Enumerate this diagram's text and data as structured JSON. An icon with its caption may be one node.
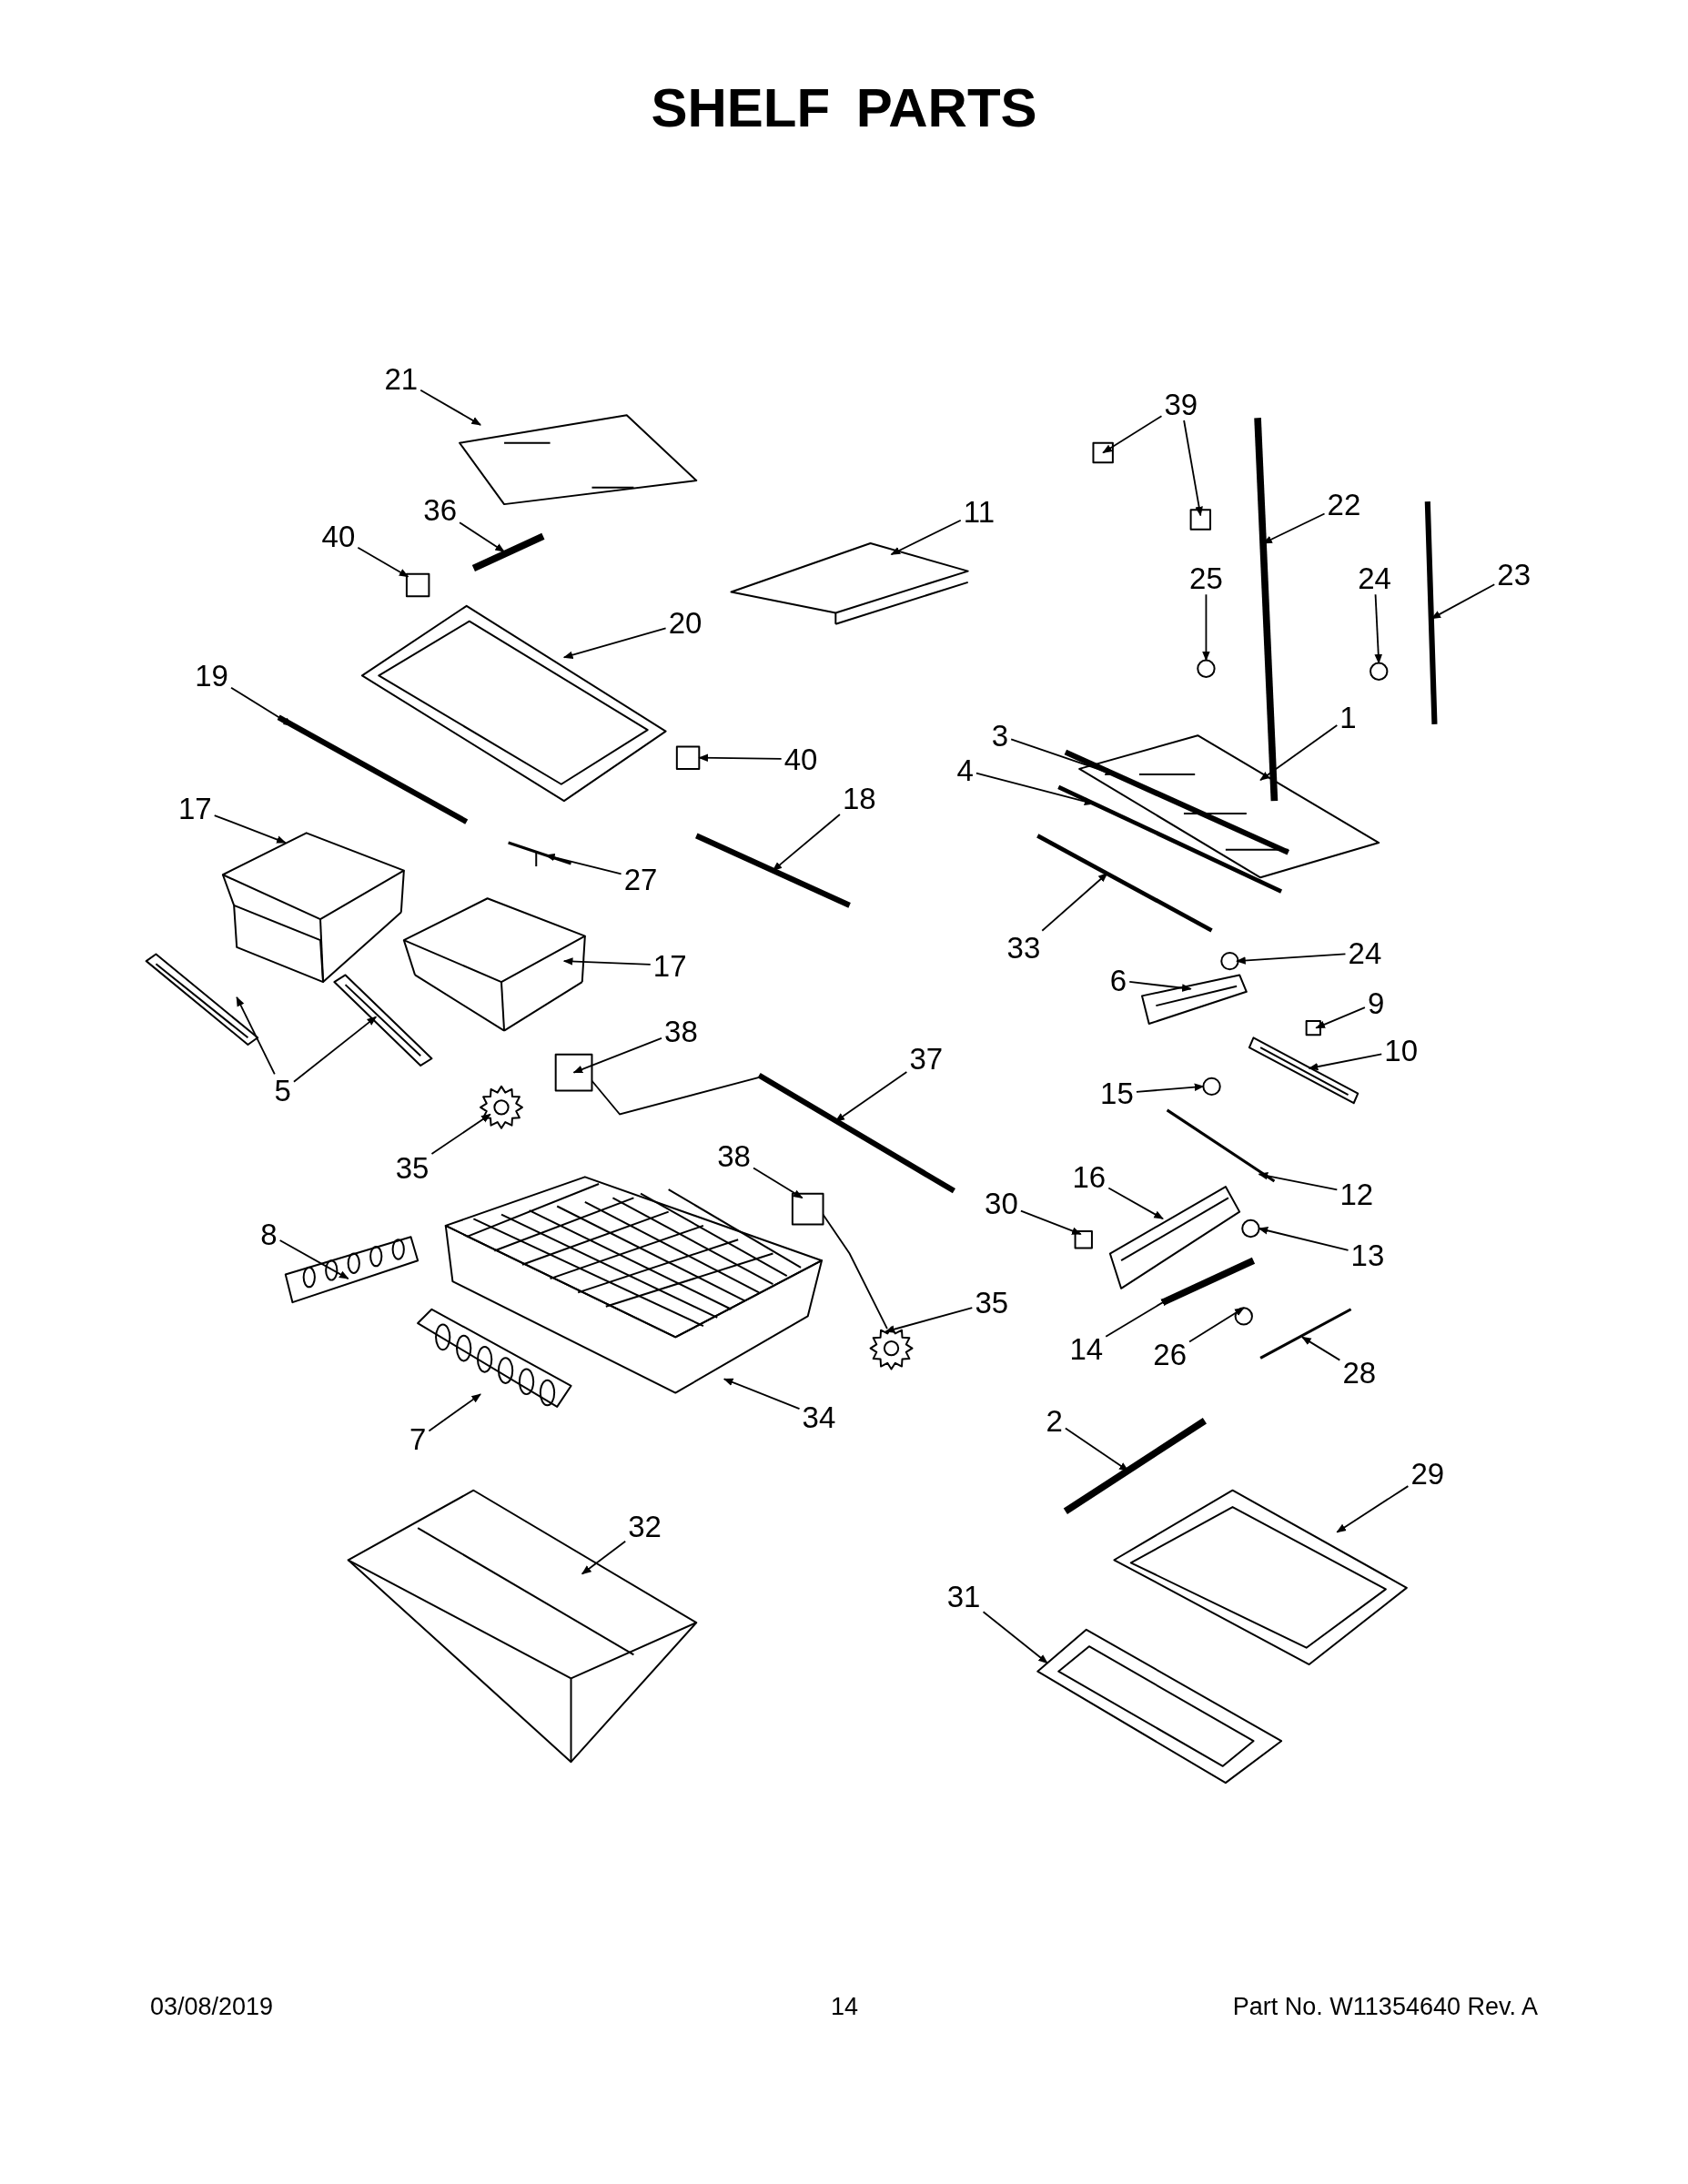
{
  "diagram": {
    "title": "SHELF PARTS",
    "nodes": [
      {
        "text": [
          "21"
        ]
      },
      {
        "text": [
          "39"
        ]
      },
      {
        "text": [
          "36"
        ]
      },
      {
        "text": [
          "11"
        ]
      },
      {
        "text": [
          "22"
        ]
      },
      {
        "text": [
          "40"
        ]
      },
      {
        "text": [
          "25"
        ]
      },
      {
        "text": [
          "24"
        ]
      },
      {
        "text": [
          "23"
        ]
      },
      {
        "text": [
          "20"
        ]
      },
      {
        "text": [
          "19"
        ]
      },
      {
        "text": [
          "1"
        ]
      },
      {
        "text": [
          "3"
        ]
      },
      {
        "text": [
          "40"
        ]
      },
      {
        "text": [
          "4"
        ]
      },
      {
        "text": [
          "18"
        ]
      },
      {
        "text": [
          "17"
        ]
      },
      {
        "text": [
          "27"
        ]
      },
      {
        "text": [
          "33"
        ]
      },
      {
        "text": [
          "24"
        ]
      },
      {
        "text": [
          "17"
        ]
      },
      {
        "text": [
          "6"
        ]
      },
      {
        "text": [
          "9"
        ]
      },
      {
        "text": [
          "38"
        ]
      },
      {
        "text": [
          "10"
        ]
      },
      {
        "text": [
          "37"
        ]
      },
      {
        "text": [
          "5"
        ]
      },
      {
        "text": [
          "15"
        ]
      },
      {
        "text": [
          "35"
        ]
      },
      {
        "text": [
          "38"
        ]
      },
      {
        "text": [
          "16"
        ]
      },
      {
        "text": [
          "12"
        ]
      },
      {
        "text": [
          "30"
        ]
      },
      {
        "text": [
          "8"
        ]
      },
      {
        "text": [
          "13"
        ]
      },
      {
        "text": [
          "35"
        ]
      },
      {
        "text": [
          "14"
        ]
      },
      {
        "text": [
          "26"
        ]
      },
      {
        "text": [
          "28"
        ]
      },
      {
        "text": [
          "34"
        ]
      },
      {
        "text": [
          "2"
        ]
      },
      {
        "text": [
          "7"
        ]
      },
      {
        "text": [
          "29"
        ]
      },
      {
        "text": [
          "32"
        ]
      },
      {
        "text": [
          "31"
        ]
      },
      {
        "text": [],
        "shape": "picture"
      },
      {
        "text": [],
        "shape": "box"
      },
      {
        "text": [],
        "shape": "box"
      },
      {
        "text": [],
        "shape": "picture"
      },
      {
        "text": [],
        "shape": "picture"
      },
      {
        "text": [],
        "shape": "picture"
      },
      {
        "text": [],
        "shape": "box"
      },
      {
        "text": [],
        "shape": "circle"
      },
      {
        "text": [],
        "shape": "circle"
      },
      {
        "text": [],
        "shape": "picture"
      },
      {
        "text": [],
        "shape": "picture"
      },
      {
        "text": [],
        "shape": "picture"
      },
      {
        "text": [],
        "shape": "picture"
      },
      {
        "text": [],
        "shape": "picture"
      },
      {
        "text": [],
        "shape": "box"
      },
      {
        "text": [],
        "shape": "picture"
      },
      {
        "text": [],
        "shape": "picture"
      },
      {
        "text": [],
        "shape": "picture"
      },
      {
        "text": [],
        "shape": "picture"
      },
      {
        "text": [],
        "shape": "picture"
      },
      {
        "text": [],
        "shape": "circle"
      },
      {
        "text": [],
        "shape": "picture"
      },
      {
        "text": [],
        "shape": "picture"
      },
      {
        "text": [],
        "shape": "box"
      },
      {
        "text": [],
        "shape": "box"
      },
      {
        "text": [],
        "shape": "picture"
      },
      {
        "text": [],
        "shape": "picture"
      },
      {
        "text": [],
        "shape": "picture"
      },
      {
        "text": [],
        "shape": "picture"
      },
      {
        "text": [],
        "shape": "circle"
      },
      {
        "text": [],
        "shape": "picture"
      },
      {
        "text": [],
        "shape": "box"
      },
      {
        "text": [],
        "shape": "picture"
      },
      {
        "text": [],
        "shape": "picture"
      },
      {
        "text": [],
        "shape": "box"
      },
      {
        "text": [],
        "shape": "picture"
      },
      {
        "text": [],
        "shape": "circle"
      },
      {
        "text": [],
        "shape": "picture"
      },
      {
        "text": [],
        "shape": "picture"
      },
      {
        "text": [],
        "shape": "circle"
      },
      {
        "text": [],
        "shape": "picture"
      },
      {
        "text": [],
        "shape": "picture"
      },
      {
        "text": [],
        "shape": "picture"
      },
      {
        "text": [],
        "shape": "picture"
      },
      {
        "text": [],
        "shape": "picture"
      },
      {
        "text": [],
        "shape": "picture"
      },
      {
        "text": [],
        "shape": "picture"
      }
    ],
    "edges": [
      {
        "from": 0,
        "to": 45,
        "arrow": "to"
      },
      {
        "from": 1,
        "to": 46,
        "arrow": "to"
      },
      {
        "from": 1,
        "to": 47,
        "arrow": "to"
      },
      {
        "from": 2,
        "to": 48,
        "arrow": "to"
      },
      {
        "from": 3,
        "to": 49,
        "arrow": "to"
      },
      {
        "from": 4,
        "to": 50,
        "arrow": "to"
      },
      {
        "from": 5,
        "to": 51,
        "arrow": "to"
      },
      {
        "from": 6,
        "to": 52,
        "arrow": "to"
      },
      {
        "from": 7,
        "to": 53,
        "arrow": "to"
      },
      {
        "from": 8,
        "to": 54,
        "arrow": "to"
      },
      {
        "from": 9,
        "to": 55,
        "arrow": "to"
      },
      {
        "from": 10,
        "to": 56,
        "arrow": "to"
      },
      {
        "from": 11,
        "to": 57,
        "arrow": "to"
      },
      {
        "from": 12,
        "to": 58,
        "arrow": "to"
      },
      {
        "from": 13,
        "to": 59,
        "arrow": "to"
      },
      {
        "from": 14,
        "to": 60,
        "arrow": "to"
      },
      {
        "from": 15,
        "to": 61,
        "arrow": "to"
      },
      {
        "from": 16,
        "to": 62,
        "arrow": "to"
      },
      {
        "from": 17,
        "to": 63,
        "arrow": "to"
      },
      {
        "from": 18,
        "to": 64,
        "arrow": "to"
      },
      {
        "from": 19,
        "to": 65,
        "arrow": "to"
      },
      {
        "from": 20,
        "to": 66,
        "arrow": "to"
      },
      {
        "from": 21,
        "to": 67,
        "arrow": "to"
      },
      {
        "from": 22,
        "to": 68,
        "arrow": "to"
      },
      {
        "from": 23,
        "to": 69,
        "arrow": "to"
      },
      {
        "from": 24,
        "to": 70,
        "arrow": "to"
      },
      {
        "from": 25,
        "to": 71,
        "arrow": "to"
      },
      {
        "from": 26,
        "to": 72,
        "arrow": "to"
      },
      {
        "from": 26,
        "to": 73,
        "arrow": "to"
      },
      {
        "from": 27,
        "to": 74,
        "arrow": "to"
      },
      {
        "from": 28,
        "to": 75,
        "arrow": "to"
      },
      {
        "from": 29,
        "to": 76,
        "arrow": "to"
      },
      {
        "from": 30,
        "to": 77,
        "arrow": "to"
      },
      {
        "from": 31,
        "to": 78,
        "arrow": "to"
      },
      {
        "from": 32,
        "to": 79,
        "arrow": "to"
      },
      {
        "from": 33,
        "to": 80,
        "arrow": "to"
      },
      {
        "from": 34,
        "to": 81,
        "arrow": "to"
      },
      {
        "from": 35,
        "to": 82,
        "arrow": "to"
      },
      {
        "from": 36,
        "to": 83,
        "arrow": "to"
      },
      {
        "from": 37,
        "to": 84,
        "arrow": "to"
      },
      {
        "from": 38,
        "to": 85,
        "arrow": "to"
      },
      {
        "from": 39,
        "to": 86,
        "arrow": "to"
      },
      {
        "from": 40,
        "to": 87,
        "arrow": "to"
      },
      {
        "from": 41,
        "to": 88,
        "arrow": "to"
      },
      {
        "from": 42,
        "to": 89,
        "arrow": "to"
      },
      {
        "from": 43,
        "to": 90,
        "arrow": "to"
      },
      {
        "from": 44,
        "to": 91,
        "arrow": "to"
      },
      {
        "from": 69,
        "to": 71,
        "arrow": "none"
      },
      {
        "from": 76,
        "to": 82,
        "arrow": "none"
      }
    ],
    "labels": [
      "03/08/2019",
      "14",
      "Part No. W11354640 Rev. A"
    ]
  }
}
